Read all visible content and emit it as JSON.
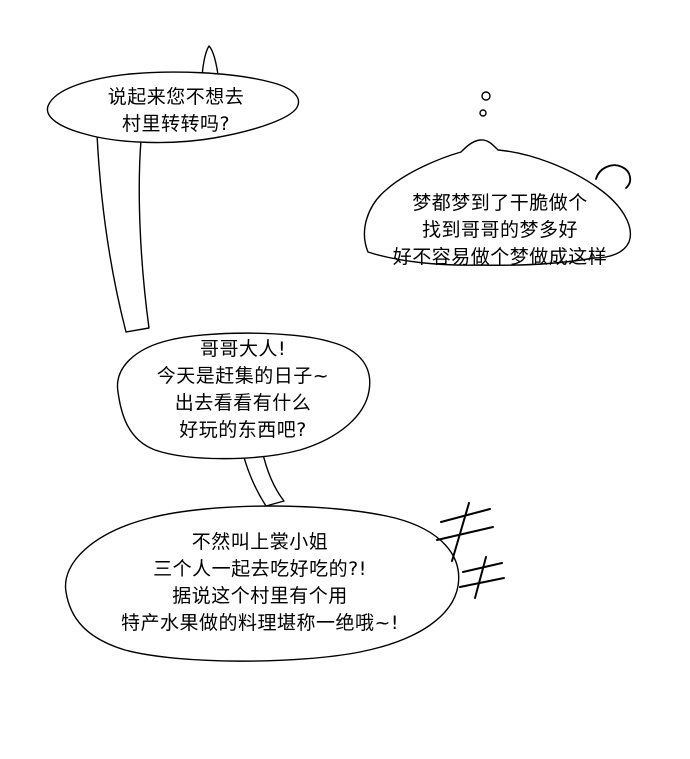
{
  "page": {
    "kind": "comic-panel",
    "background_color": "#ffffff",
    "ink_color": "#000000"
  },
  "bubbles": [
    {
      "id": "speech-bubble-1",
      "type": "speech",
      "text": "说起来您不想去\n村里转转吗?"
    },
    {
      "id": "thought-bubble-1",
      "type": "thought",
      "text": "梦都梦到了干脆做个\n找到哥哥的梦多好\n好不容易做个梦做成这样"
    },
    {
      "id": "speech-bubble-2",
      "type": "speech",
      "text": "哥哥大人!\n今天是赶集的日子~\n出去看看有什么\n好玩的东西吧?"
    },
    {
      "id": "speech-bubble-3",
      "type": "speech",
      "text": "不然叫上裳小姐\n三个人一起去吃好吃的?!\n据说这个村里有个用\n特产水果做的料理堪称一绝哦~!"
    }
  ],
  "decorations": [
    {
      "id": "thought-trail-dots",
      "description": "two small thought-trail circles"
    },
    {
      "id": "ear-curl-mark",
      "description": "small curled stroke right of thought bubble"
    },
    {
      "id": "emphasis-scribbles",
      "description": "two hand-drawn ki-shaped emphasis marks"
    }
  ]
}
